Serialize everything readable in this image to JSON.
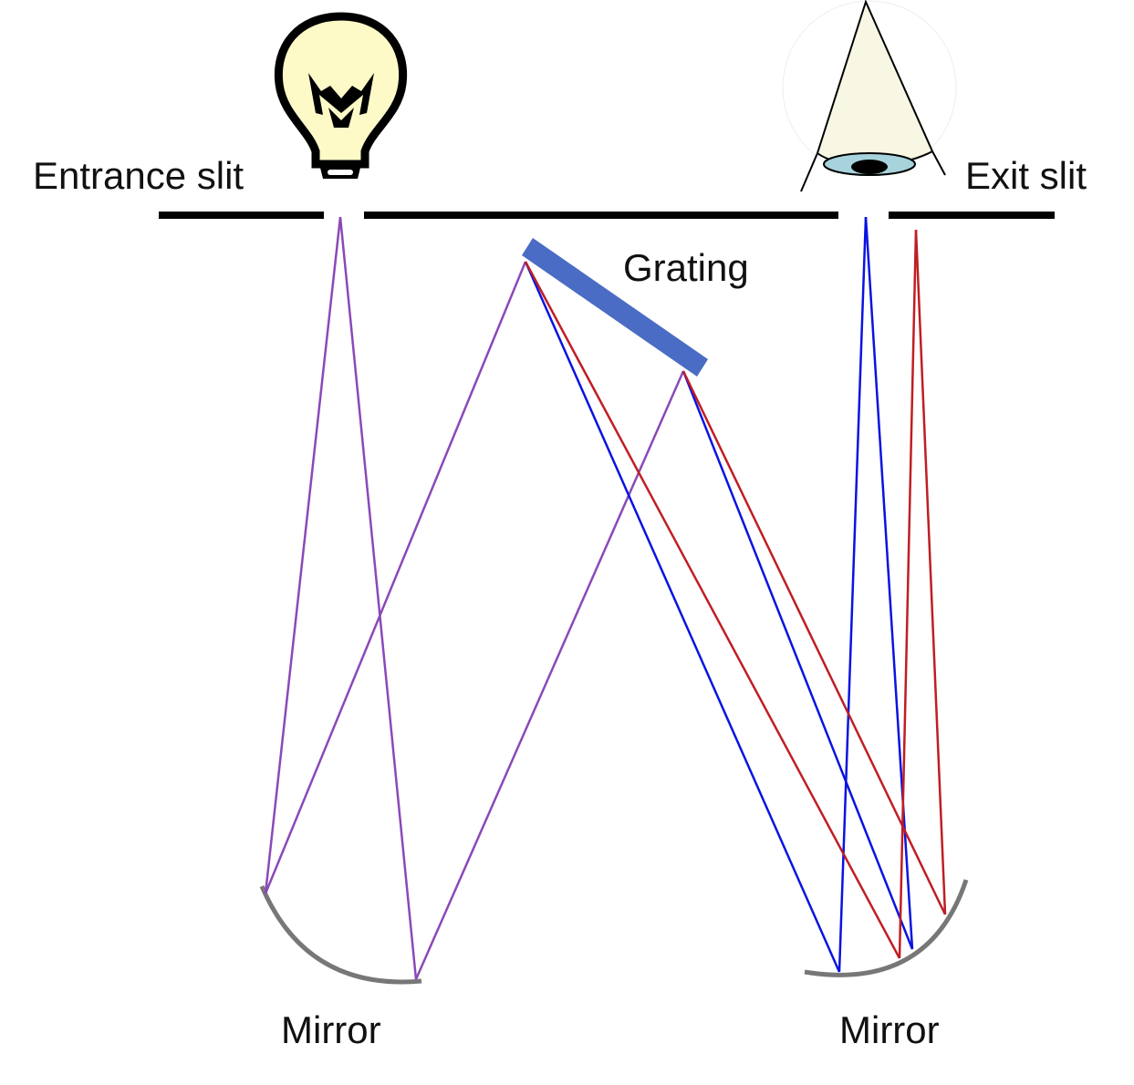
{
  "labels": {
    "entrance_slit": "Entrance slit",
    "exit_slit": "Exit slit",
    "grating": "Grating",
    "mirror_left": "Mirror",
    "mirror_right": "Mirror"
  },
  "icons": {
    "source": "light-bulb-icon",
    "detector": "eye-icon"
  },
  "colors": {
    "slit_bar": "#000000",
    "grating": "#4a6cc4",
    "mirror": "#777777",
    "white_beam": "#8a49b8",
    "blue_beam": "#0a14e0",
    "red_beam": "#bf1e24",
    "bulb_fill": "#fdfac8",
    "eye_cone": "#f7f7e4",
    "eye_iris": "#a6d3dc"
  }
}
